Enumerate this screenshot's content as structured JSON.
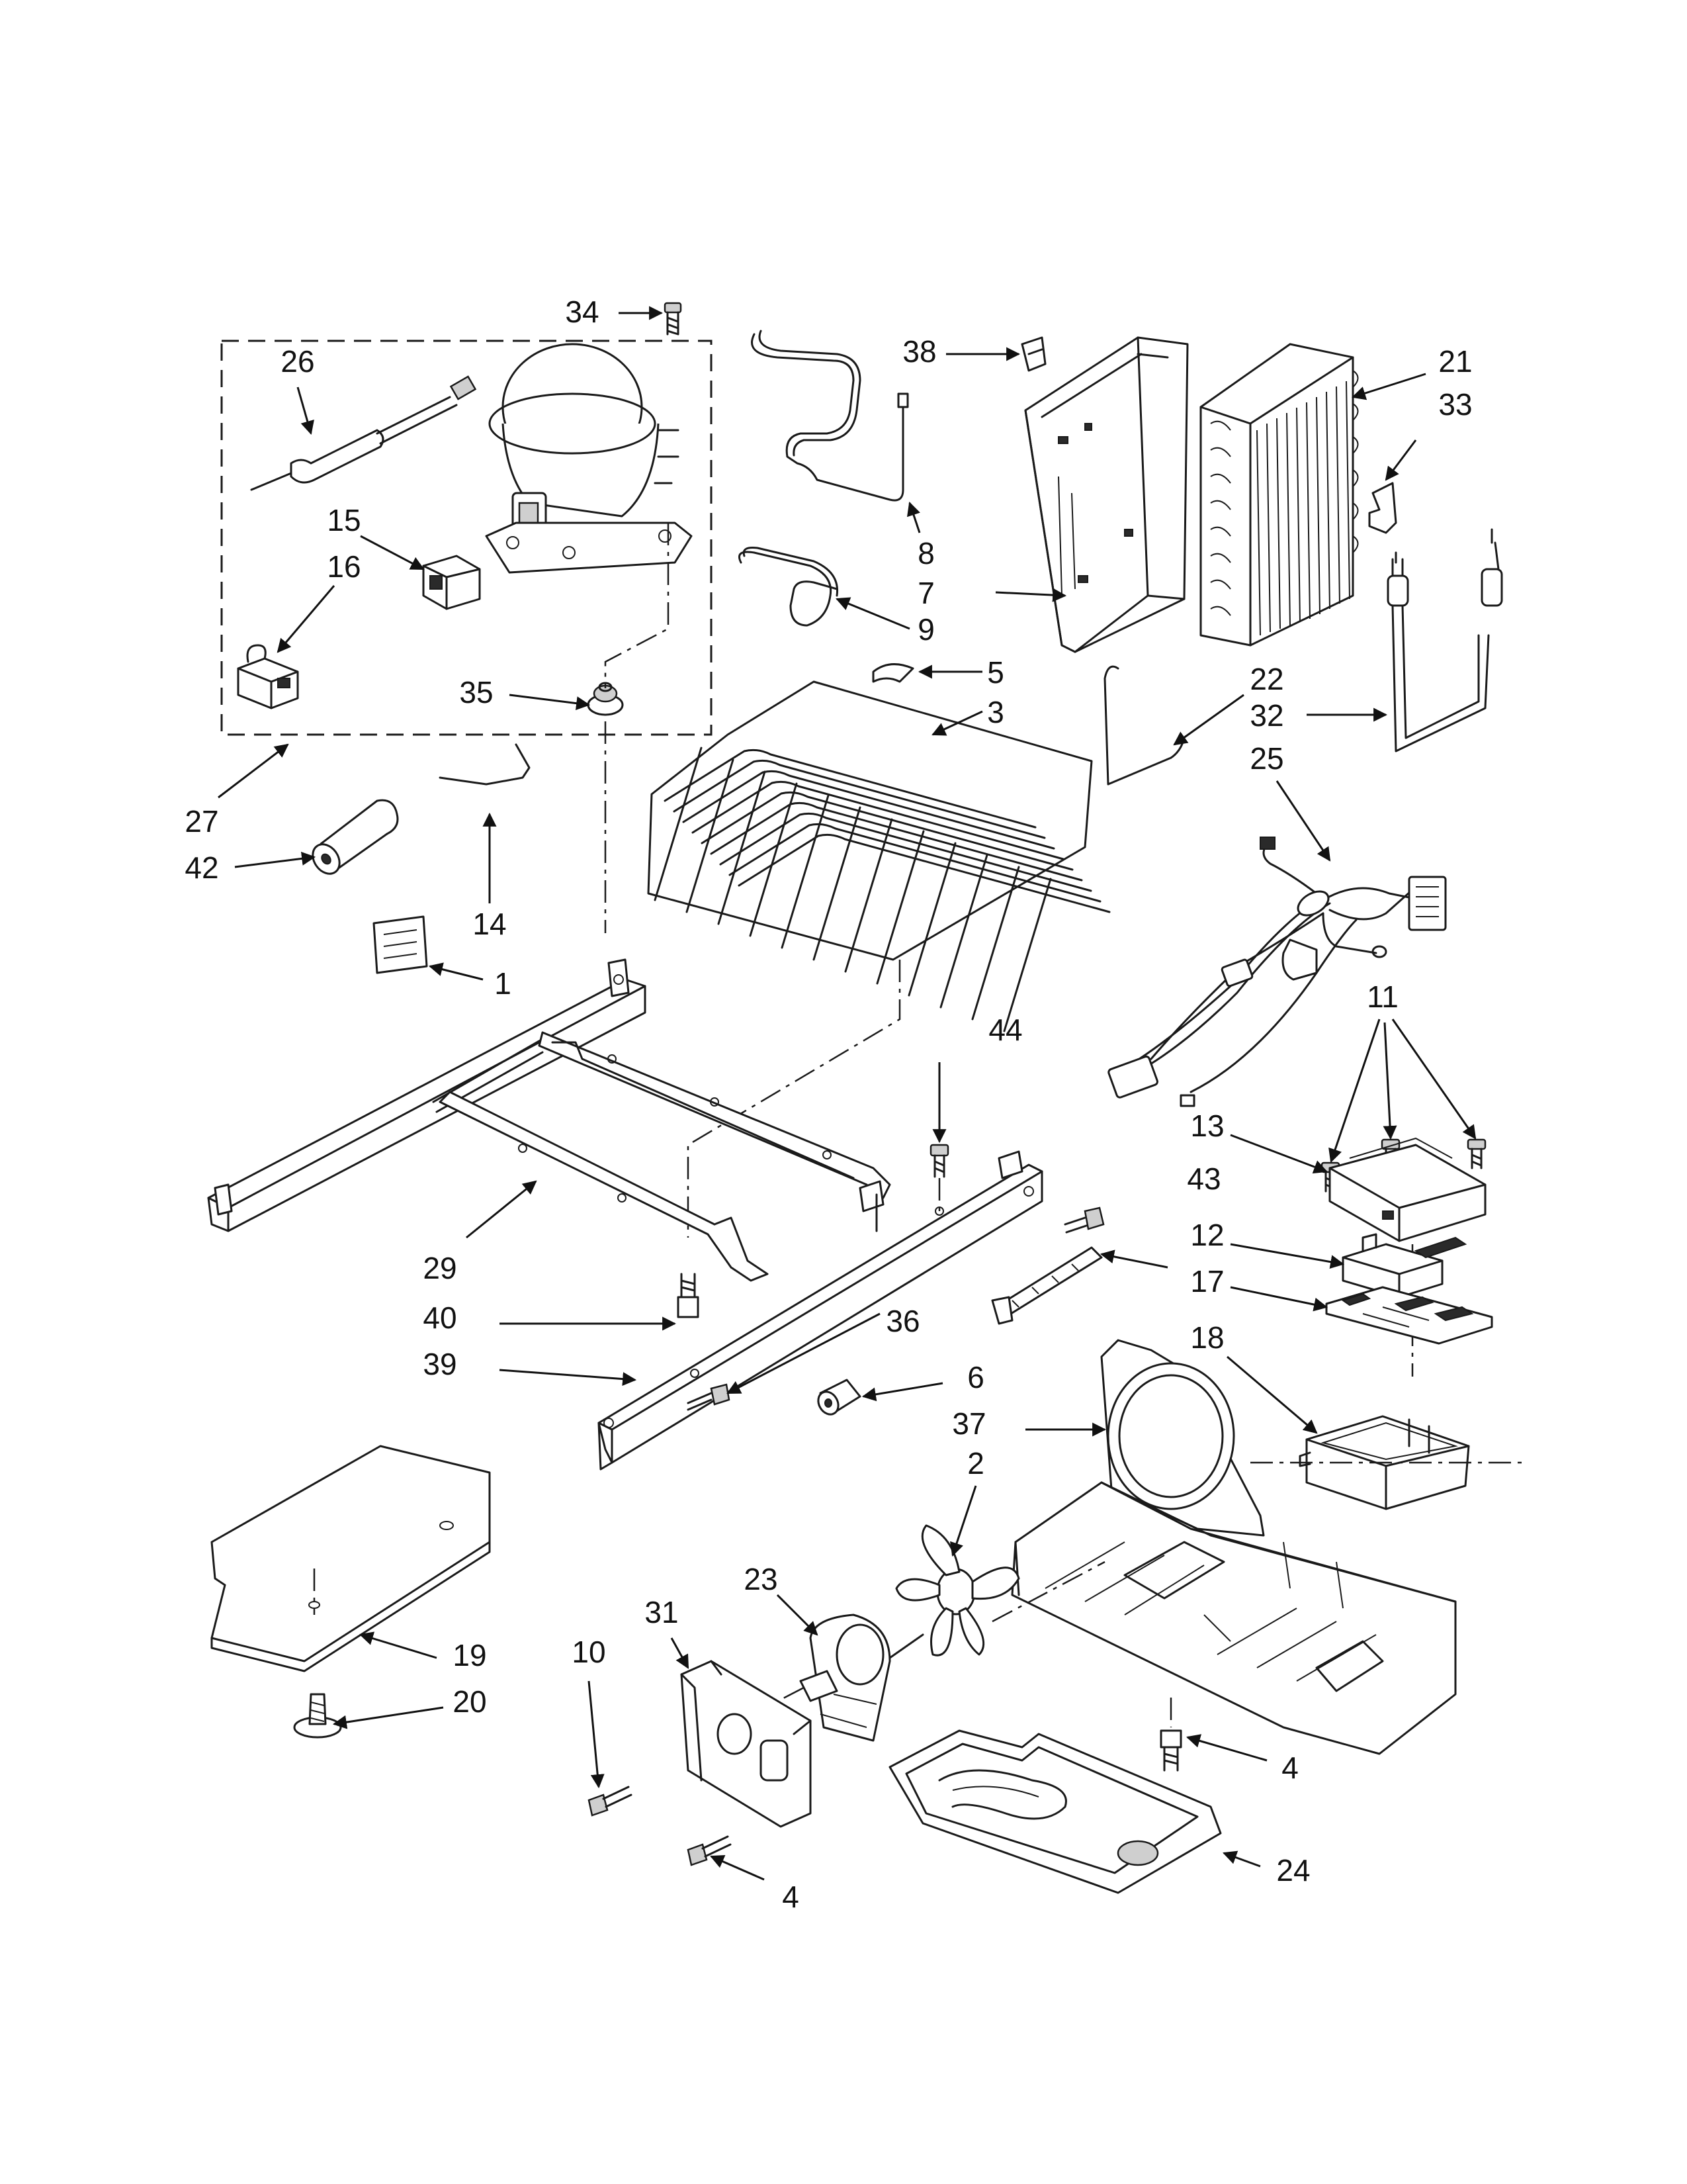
{
  "callouts": {
    "c1": "1",
    "c2": "2",
    "c3": "3",
    "c4a": "4",
    "c4b": "4",
    "c5": "5",
    "c6": "6",
    "c7": "7",
    "c8": "8",
    "c9": "9",
    "c10": "10",
    "c11": "11",
    "c12": "12",
    "c13": "13",
    "c14": "14",
    "c15": "15",
    "c16": "16",
    "c17": "17",
    "c18": "18",
    "c19": "19",
    "c20": "20",
    "c21": "21",
    "c22": "22",
    "c23": "23",
    "c24": "24",
    "c25": "25",
    "c26": "26",
    "c27": "27",
    "c29": "29",
    "c31": "31",
    "c32": "32",
    "c33": "33",
    "c34": "34",
    "c35": "35",
    "c36": "36",
    "c37": "37",
    "c38": "38",
    "c39": "39",
    "c40": "40",
    "c42": "42",
    "c43": "43",
    "c44": "44"
  }
}
